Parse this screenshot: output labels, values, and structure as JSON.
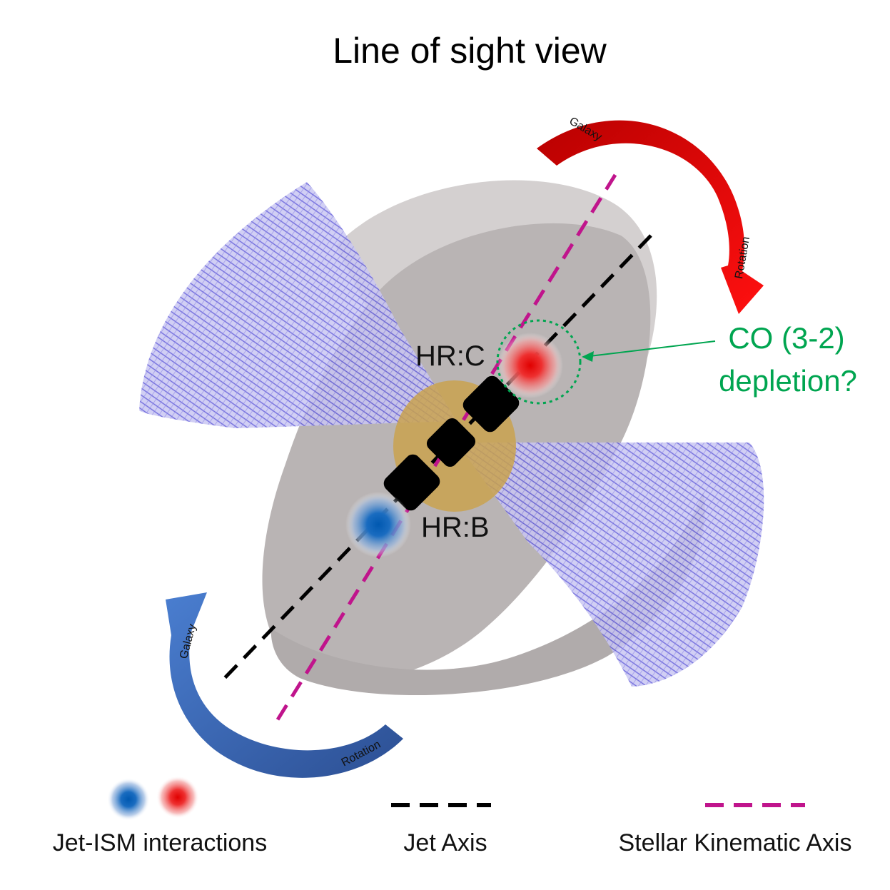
{
  "title": "Line of sight view",
  "labels": {
    "hr_c": "HR:C",
    "hr_b": "HR:B",
    "co_line1": "CO (3-2)",
    "co_line2": "depletion?"
  },
  "arrows": {
    "red_top": "Galaxy",
    "red_bottom": "Rotation",
    "blue_top": "Galaxy",
    "blue_bottom": "Rotation"
  },
  "legend": {
    "jet_ism": "Jet-ISM interactions",
    "jet_axis": "Jet Axis",
    "stellar_axis": "Stellar Kinematic Axis"
  },
  "colors": {
    "red_arrow": "#e00000",
    "blue_arrow": "#3e6fc4",
    "jet_axis": "#000000",
    "stellar_axis": "#c0148c",
    "co_label": "#00a550",
    "disk": "#b8b3b3",
    "cone": "#8a86e8",
    "core": "#c9a24f"
  },
  "icons": [
    "red-arrow-icon",
    "blue-arrow-icon",
    "blue-blob-icon",
    "red-blob-icon"
  ]
}
